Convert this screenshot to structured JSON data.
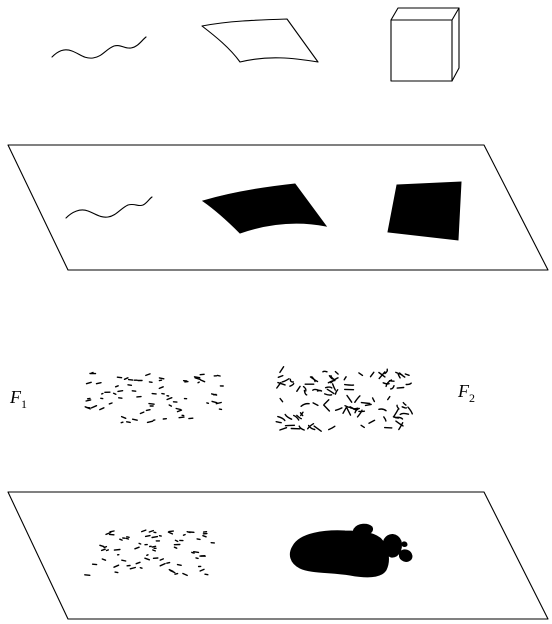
{
  "labels": {
    "f1_main": "F",
    "f1_sub": "1",
    "f2_main": "F",
    "f2_sub": "2"
  },
  "colors": {
    "ink": "#000000",
    "background": "#ffffff"
  }
}
